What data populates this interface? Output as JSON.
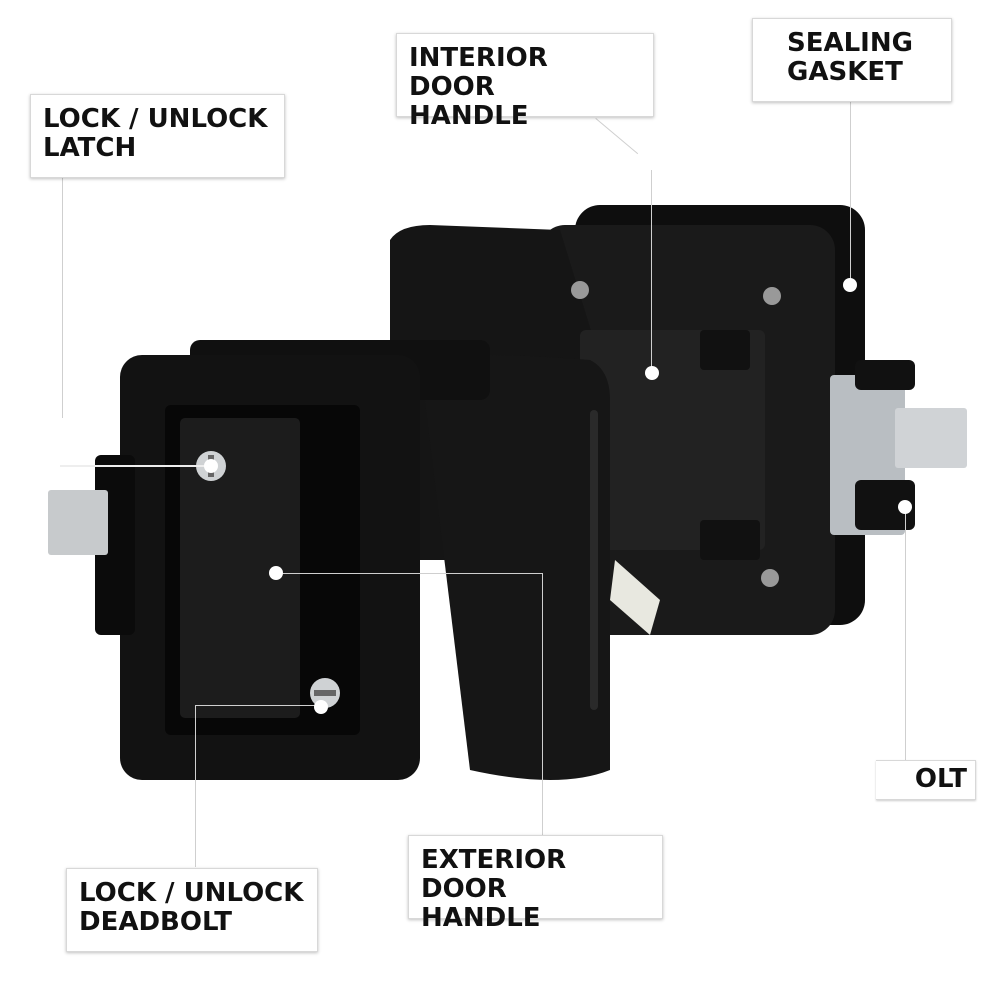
{
  "labels": {
    "lock_unlock_latch": "LOCK / UNLOCK\nLATCH",
    "interior_door_handle": "INTERIOR DOOR\nHANDLE",
    "sealing_gasket": "SEALING\nGASKET",
    "bolt": "OLT",
    "exterior_door_handle": "EXTERIOR DOOR\nHANDLE",
    "lock_unlock_deadbolt": "LOCK / UNLOCK\nDEADBOLT"
  },
  "colors": {
    "body": "#141414",
    "metal": "#c8ccd0",
    "label_text": "#111111"
  }
}
